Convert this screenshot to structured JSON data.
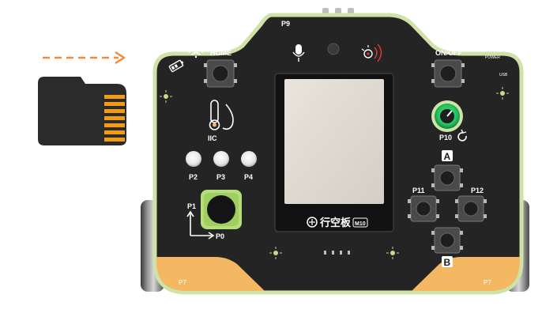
{
  "board": {
    "labels": {
      "p9": "P9",
      "home": "HOME",
      "onoff": "ON/OFF",
      "iic": "IIC",
      "p10": "P10",
      "a": "A",
      "b": "B",
      "p1": "P1",
      "p0": "P0",
      "p2": "P2",
      "p3": "P3",
      "p4": "P4",
      "p11": "P11",
      "p12": "P12",
      "p7_left": "P7",
      "p7_right": "P7",
      "power": "POWER",
      "usb": "USB",
      "brand": "行空板",
      "model": "M10"
    },
    "colors": {
      "pcb": "#242424",
      "outline": "#cfe3a8",
      "accent": "#f4b862",
      "knob": "#22c55e",
      "arrow": "#f08a3c",
      "sd": "#2b2b2b",
      "sd_contact": "#f29b13"
    }
  }
}
